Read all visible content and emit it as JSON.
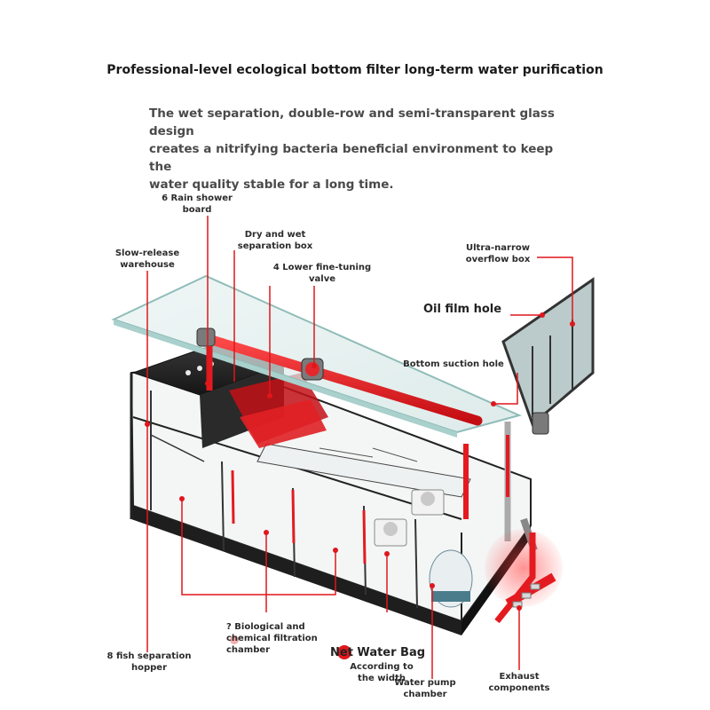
{
  "header": {
    "title": "Professional-level ecological bottom filter long-term water purification",
    "description_lines": [
      "The wet separation, double-row and semi-transparent glass design",
      "creates a nitrifying bacteria beneficial environment to keep the",
      "water quality stable for a long time."
    ]
  },
  "labels": {
    "rain_shower_board": [
      "6 Rain shower",
      "board"
    ],
    "dry_wet_box": [
      "Dry and wet",
      "separation box"
    ],
    "slow_release": [
      "Slow-release",
      "warehouse"
    ],
    "fine_tuning_valve": [
      "4 Lower fine-tuning",
      "valve"
    ],
    "overflow_box": [
      "Ultra-narrow",
      "overflow box"
    ],
    "oil_film_hole": "Oil film hole",
    "bottom_suction_hole": "Bottom suction hole",
    "bio_chem_chamber": [
      "? Biological and",
      "chemical filtration",
      "chamber"
    ],
    "fish_hopper": [
      "8 fish separation",
      "hopper"
    ],
    "net_water_bag": "Net Water Bag",
    "according_width": [
      "According to",
      "the width"
    ],
    "water_pump_chamber": [
      "Water pump",
      "chamber"
    ],
    "exhaust_components": [
      "Exhaust",
      "components"
    ]
  },
  "colors": {
    "accent": "#e0161b",
    "glass": "#b9d8d6",
    "frame": "#1c1c1c",
    "label": "#2b2b2b"
  }
}
